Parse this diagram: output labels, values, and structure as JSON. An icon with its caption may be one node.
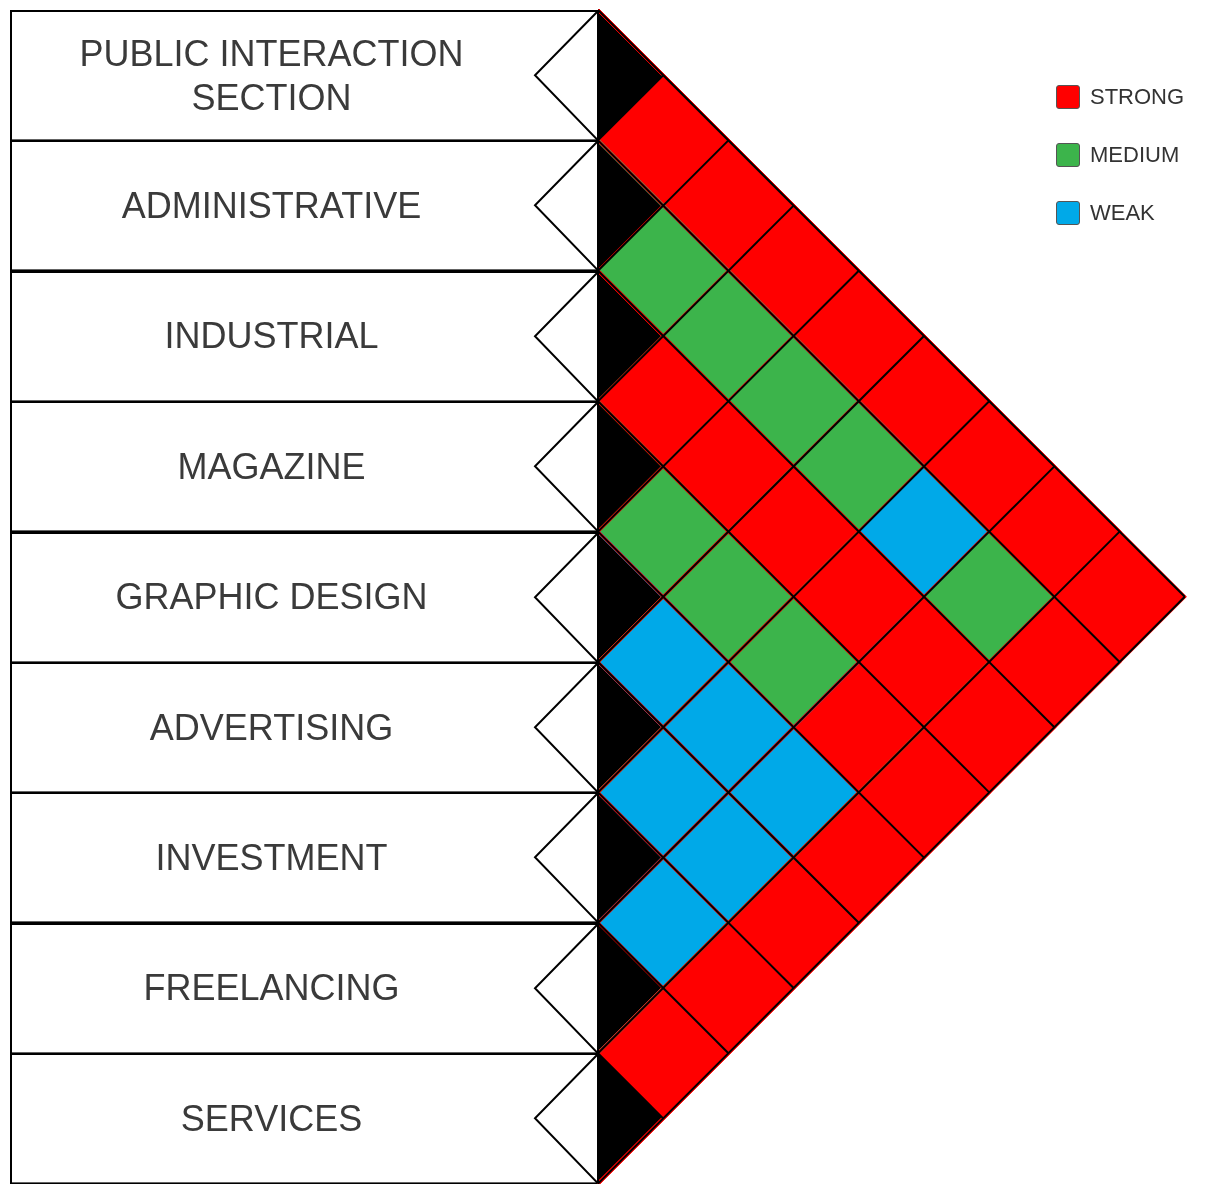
{
  "diagram": {
    "nodes": [
      {
        "text": [
          "PUBLIC INTERACTION SECTION"
        ]
      },
      {
        "text": [
          "ADMINISTRATIVE"
        ]
      },
      {
        "text": [
          "INDUSTRIAL"
        ]
      },
      {
        "text": [
          "MAGAZINE"
        ]
      },
      {
        "text": [
          "GRAPHIC DESIGN"
        ]
      },
      {
        "text": [
          "ADVERTISING"
        ]
      },
      {
        "text": [
          "INVESTMENT"
        ]
      },
      {
        "text": [
          "FREELANCING"
        ]
      },
      {
        "text": [
          "SERVICES"
        ]
      }
    ],
    "edges": [
      {
        "from": 0,
        "to": 1,
        "arrow": "none",
        "color": "#ff0000"
      },
      {
        "from": 1,
        "to": 2,
        "arrow": "none",
        "color": "#3cb44b"
      },
      {
        "from": 2,
        "to": 3,
        "arrow": "none",
        "color": "#ff0000"
      },
      {
        "from": 3,
        "to": 4,
        "arrow": "none",
        "color": "#3cb44b"
      },
      {
        "from": 4,
        "to": 5,
        "arrow": "none",
        "color": "#00a9e8"
      },
      {
        "from": 5,
        "to": 6,
        "arrow": "none",
        "color": "#00a9e8"
      },
      {
        "from": 6,
        "to": 7,
        "arrow": "none",
        "color": "#00a9e8"
      },
      {
        "from": 7,
        "to": 8,
        "arrow": "none",
        "color": "#ff0000"
      },
      {
        "from": 0,
        "to": 2,
        "arrow": "none",
        "color": "#ff0000"
      },
      {
        "from": 1,
        "to": 3,
        "arrow": "none",
        "color": "#3cb44b"
      },
      {
        "from": 2,
        "to": 4,
        "arrow": "none",
        "color": "#ff0000"
      },
      {
        "from": 3,
        "to": 5,
        "arrow": "none",
        "color": "#3cb44b"
      },
      {
        "from": 4,
        "to": 6,
        "arrow": "none",
        "color": "#00a9e8"
      },
      {
        "from": 5,
        "to": 7,
        "arrow": "none",
        "color": "#00a9e8"
      },
      {
        "from": 6,
        "to": 8,
        "arrow": "none",
        "color": "#ff0000"
      },
      {
        "from": 0,
        "to": 3,
        "arrow": "none",
        "color": "#ff0000"
      },
      {
        "from": 1,
        "to": 4,
        "arrow": "none",
        "color": "#3cb44b"
      },
      {
        "from": 2,
        "to": 5,
        "arrow": "none",
        "color": "#ff0000"
      },
      {
        "from": 3,
        "to": 6,
        "arrow": "none",
        "color": "#3cb44b"
      },
      {
        "from": 4,
        "to": 7,
        "arrow": "none",
        "color": "#00a9e8"
      },
      {
        "from": 5,
        "to": 8,
        "arrow": "none",
        "color": "#ff0000"
      },
      {
        "from": 0,
        "to": 4,
        "arrow": "none",
        "color": "#ff0000"
      },
      {
        "from": 1,
        "to": 5,
        "arrow": "none",
        "color": "#3cb44b"
      },
      {
        "from": 2,
        "to": 6,
        "arrow": "none",
        "color": "#ff0000"
      },
      {
        "from": 3,
        "to": 7,
        "arrow": "none",
        "color": "#ff0000"
      },
      {
        "from": 4,
        "to": 8,
        "arrow": "none",
        "color": "#ff0000"
      },
      {
        "from": 0,
        "to": 5,
        "arrow": "none",
        "color": "#ff0000"
      },
      {
        "from": 1,
        "to": 6,
        "arrow": "none",
        "color": "#00a9e8"
      },
      {
        "from": 2,
        "to": 7,
        "arrow": "none",
        "color": "#ff0000"
      },
      {
        "from": 3,
        "to": 8,
        "arrow": "none",
        "color": "#ff0000"
      },
      {
        "from": 0,
        "to": 6,
        "arrow": "none",
        "color": "#ff0000"
      },
      {
        "from": 1,
        "to": 7,
        "arrow": "none",
        "color": "#3cb44b"
      },
      {
        "from": 2,
        "to": 8,
        "arrow": "none",
        "color": "#ff0000"
      },
      {
        "from": 0,
        "to": 7,
        "arrow": "none",
        "color": "#ff0000"
      },
      {
        "from": 1,
        "to": 8,
        "arrow": "none",
        "color": "#ff0000"
      },
      {
        "from": 0,
        "to": 8,
        "arrow": "none",
        "color": "#ff0000"
      }
    ],
    "legend": [
      {
        "text": "STRONG",
        "color": "#ff0000"
      },
      {
        "text": "MEDIUM",
        "color": "#3cb44b"
      },
      {
        "text": "WEAK",
        "color": "#00a9e8"
      }
    ]
  }
}
